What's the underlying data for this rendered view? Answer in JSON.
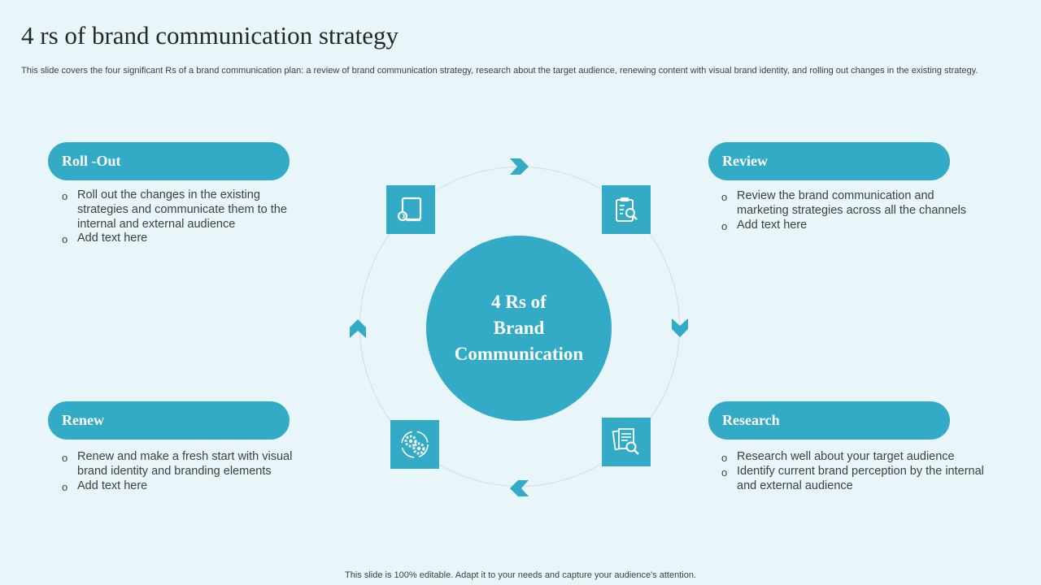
{
  "title": "4 rs of brand communication strategy",
  "subtitle": "This slide covers the four significant Rs of a brand communication plan: a review of brand communication strategy, research about the target audience, renewing content with visual brand identity, and rolling out changes in the existing strategy.",
  "center": {
    "lines": [
      "4 Rs of",
      "Brand",
      "Communication"
    ]
  },
  "sections": {
    "rollout": {
      "label": "Roll -Out",
      "bullets": [
        "Roll out the changes in the existing strategies and communicate them to the internal and external audience",
        "Add text here"
      ],
      "icon": "scroll-icon"
    },
    "review": {
      "label": "Review",
      "bullets": [
        "Review the brand communication and marketing strategies across all the channels",
        "Add text here"
      ],
      "icon": "clipboard-search-icon"
    },
    "renew": {
      "label": "Renew",
      "bullets": [
        "Renew and make a fresh start with visual brand identity and branding elements",
        "Add text here"
      ],
      "icon": "gears-icon"
    },
    "research": {
      "label": "Research",
      "bullets": [
        "Research well about your target audience",
        "Identify current brand perception by the internal and external audience"
      ],
      "icon": "document-search-icon"
    }
  },
  "footer": "This slide is 100% editable. Adapt it to your needs and capture your audience's attention.",
  "colors": {
    "accent": "#34abc6",
    "background": "#e8f5f9",
    "ring": "#d4dde0"
  }
}
